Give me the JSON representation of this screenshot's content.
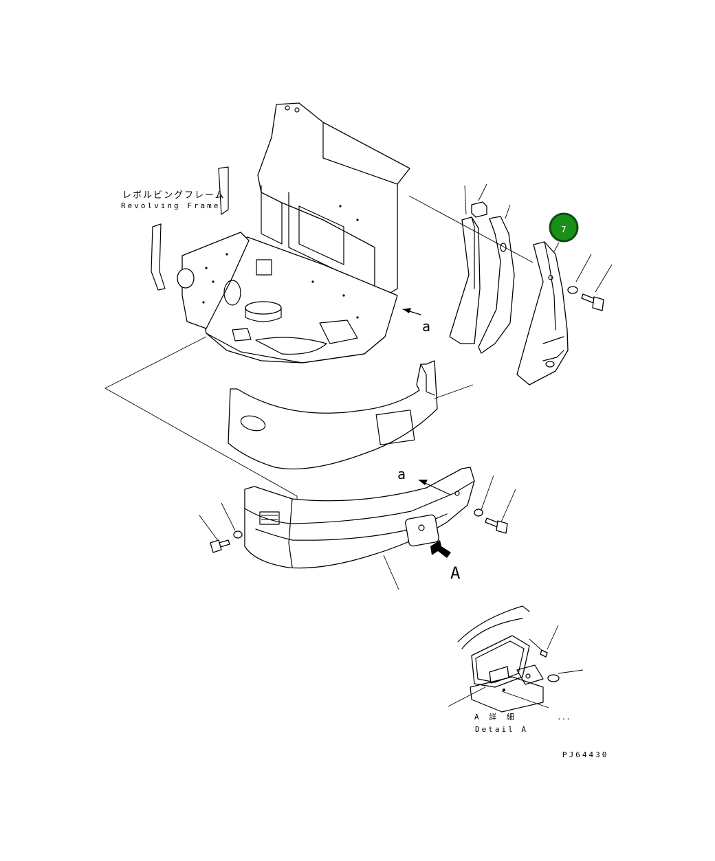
{
  "labels": {
    "frame_jp": "レボルビングフレーム",
    "frame_en": "Revolving Frame",
    "arrow_a_upper": "a",
    "arrow_a_lower": "a",
    "view_a": "A",
    "detail_jp": "A 詳 細",
    "detail_en": "Detail A",
    "ellipsis": "...",
    "drawing_code": "PJ64430"
  },
  "callout": {
    "number": "7",
    "fill": "#1a8f1a",
    "stroke": "#0b4d0b",
    "text_color": "#ffffff"
  }
}
